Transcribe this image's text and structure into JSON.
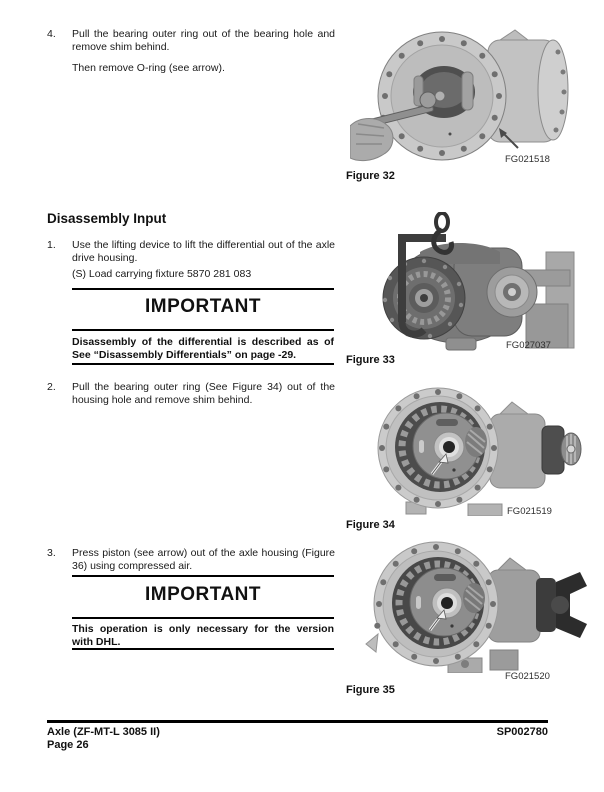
{
  "content": {
    "step4": {
      "num": "4.",
      "p1": "Pull the bearing outer ring out of the bearing hole and remove shim behind.",
      "p2": "Then remove O-ring (see arrow)."
    },
    "heading": "Disassembly Input",
    "step1": {
      "num": "1.",
      "p1": "Use the lifting device to lift the differential out of the axle drive housing.",
      "p2": "(S) Load carrying fixture 5870 281 083"
    },
    "important1": {
      "title": "IMPORTANT",
      "body": "Disassembly of the differential is described as of See “Disassembly Differentials” on page -29."
    },
    "step2": {
      "num": "2.",
      "p1": "Pull the bearing outer ring (See Figure 34) out of the housing hole and remove shim behind."
    },
    "step3": {
      "num": "3.",
      "p1": "Press piston (see arrow) out of the axle housing (Figure 36) using compressed air."
    },
    "important2": {
      "title": "IMPORTANT",
      "body": "This operation is only necessary for the version with DHL."
    }
  },
  "figures": {
    "fig32": {
      "caption": "Figure 32",
      "code": "FG021518"
    },
    "fig33": {
      "caption": "Figure 33",
      "code": "FG027037"
    },
    "fig34": {
      "caption": "Figure 34",
      "code": "FG021519"
    },
    "fig35": {
      "caption": "Figure 35",
      "code": "FG021520"
    }
  },
  "footer": {
    "doc_title": "Axle (ZF-MT-L 3085 II)",
    "page_number": "Page 26",
    "doc_code": "SP002780"
  },
  "colors": {
    "text": "#1a1a1a",
    "rule": "#000000",
    "photo_light": "#c9c9c9",
    "photo_dark": "#4c4c4c"
  }
}
